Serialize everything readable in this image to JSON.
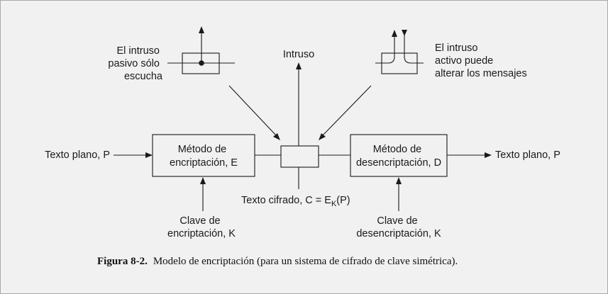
{
  "labels": {
    "passive_intruder": [
      "El intruso",
      "pasivo sólo",
      "escucha"
    ],
    "intruder": "Intruso",
    "active_intruder": [
      "El intruso",
      "activo puede",
      "alterar los mensajes"
    ],
    "plaintext_in": "Texto plano, P",
    "plaintext_out": "Texto plano, P",
    "encryption_method": [
      "Método de",
      "encriptación, E"
    ],
    "decryption_method": [
      "Método de",
      "desencriptación, D"
    ],
    "ciphertext": {
      "prefix": "Texto cifrado, C = E",
      "subscript": "K",
      "suffix": "(P)"
    },
    "encryption_key": [
      "Clave de",
      "encriptación, K"
    ],
    "decryption_key": [
      "Clave de",
      "desencriptación, K"
    ]
  },
  "caption": {
    "figure": "Figura 8-2.",
    "text": "Modelo de encriptación (para un sistema de cifrado de clave simétrica)."
  }
}
